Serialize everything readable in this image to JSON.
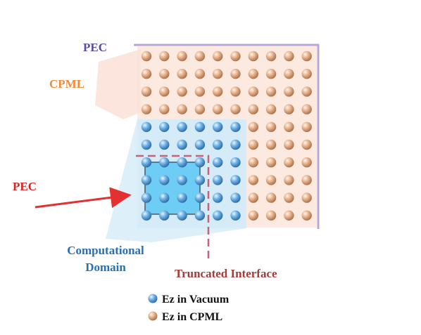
{
  "labels": {
    "pec_top": "PEC",
    "cpml": "CPML",
    "pec_left": "PEC",
    "computational_line1": "Computational",
    "computational_line2": "Domain",
    "truncated_interface": "Truncated Interface"
  },
  "legend": {
    "vacuum": "Ez in Vacuum",
    "cpml": "Ez in CPML"
  },
  "grid": {
    "rows": 10,
    "cols": 10,
    "vacuum_cells": [
      [
        4,
        0
      ],
      [
        4,
        1
      ],
      [
        4,
        2
      ],
      [
        4,
        3
      ],
      [
        4,
        4
      ],
      [
        4,
        5
      ],
      [
        5,
        0
      ],
      [
        5,
        1
      ],
      [
        5,
        2
      ],
      [
        5,
        3
      ],
      [
        5,
        4
      ],
      [
        5,
        5
      ],
      [
        6,
        0
      ],
      [
        6,
        1
      ],
      [
        6,
        2
      ],
      [
        6,
        3
      ],
      [
        6,
        4
      ],
      [
        6,
        5
      ],
      [
        7,
        0
      ],
      [
        7,
        1
      ],
      [
        7,
        2
      ],
      [
        7,
        3
      ],
      [
        7,
        4
      ],
      [
        7,
        5
      ],
      [
        8,
        0
      ],
      [
        8,
        1
      ],
      [
        8,
        2
      ],
      [
        8,
        3
      ],
      [
        8,
        4
      ],
      [
        8,
        5
      ],
      [
        9,
        0
      ],
      [
        9,
        1
      ],
      [
        9,
        2
      ],
      [
        9,
        3
      ],
      [
        9,
        4
      ],
      [
        9,
        5
      ]
    ]
  },
  "colors": {
    "pec_top_text": "#5b4a9e",
    "cpml_text": "#f08a3c",
    "pec_left_text": "#e02020",
    "computational_text": "#2a6fb0",
    "truncated_text": "#a83a3a",
    "pec_border": "#b9a6d8",
    "cpml_fill": "#fbe1d6",
    "vacuum_fill": "#d4ebf8",
    "domain_box": "#4cc3f3",
    "dashed_line": "#c8607a",
    "arrow": "#e53030"
  }
}
